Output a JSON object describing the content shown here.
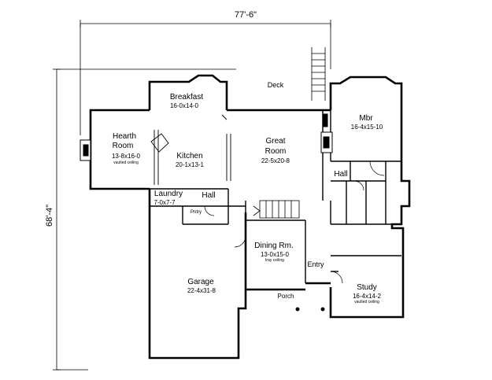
{
  "dimensions": {
    "width": "77'-6\"",
    "depth": "68'-4\""
  },
  "rooms": {
    "deck": {
      "name": "Deck"
    },
    "breakfast": {
      "name": "Breakfast",
      "size": "16-0x14-0"
    },
    "hearth_room": {
      "name_line1": "Hearth",
      "name_line2": "Room",
      "size": "13-8x16-0",
      "note": "vaulted ceiling"
    },
    "kitchen": {
      "name": "Kitchen",
      "size": "20-1x13-1"
    },
    "great_room": {
      "name_line1": "Great",
      "name_line2": "Room",
      "size": "22-5x20-8"
    },
    "mbr": {
      "name": "Mbr",
      "size": "16-4x15-10"
    },
    "hall_upper": {
      "name": "Hall"
    },
    "laundry": {
      "name": "Laundry",
      "size": "7-0x7-7"
    },
    "hall_lower": {
      "name": "Hall"
    },
    "pantry": {
      "name": "Pntry"
    },
    "dining": {
      "name": "Dining Rm.",
      "size": "13-0x15-0",
      "note": "tray ceiling"
    },
    "entry": {
      "name": "Entry"
    },
    "garage": {
      "name": "Garage",
      "size": "22-4x31-8"
    },
    "porch": {
      "name": "Porch"
    },
    "study": {
      "name": "Study",
      "size": "16-4x14-2",
      "note": "vaulted ceiling"
    }
  }
}
